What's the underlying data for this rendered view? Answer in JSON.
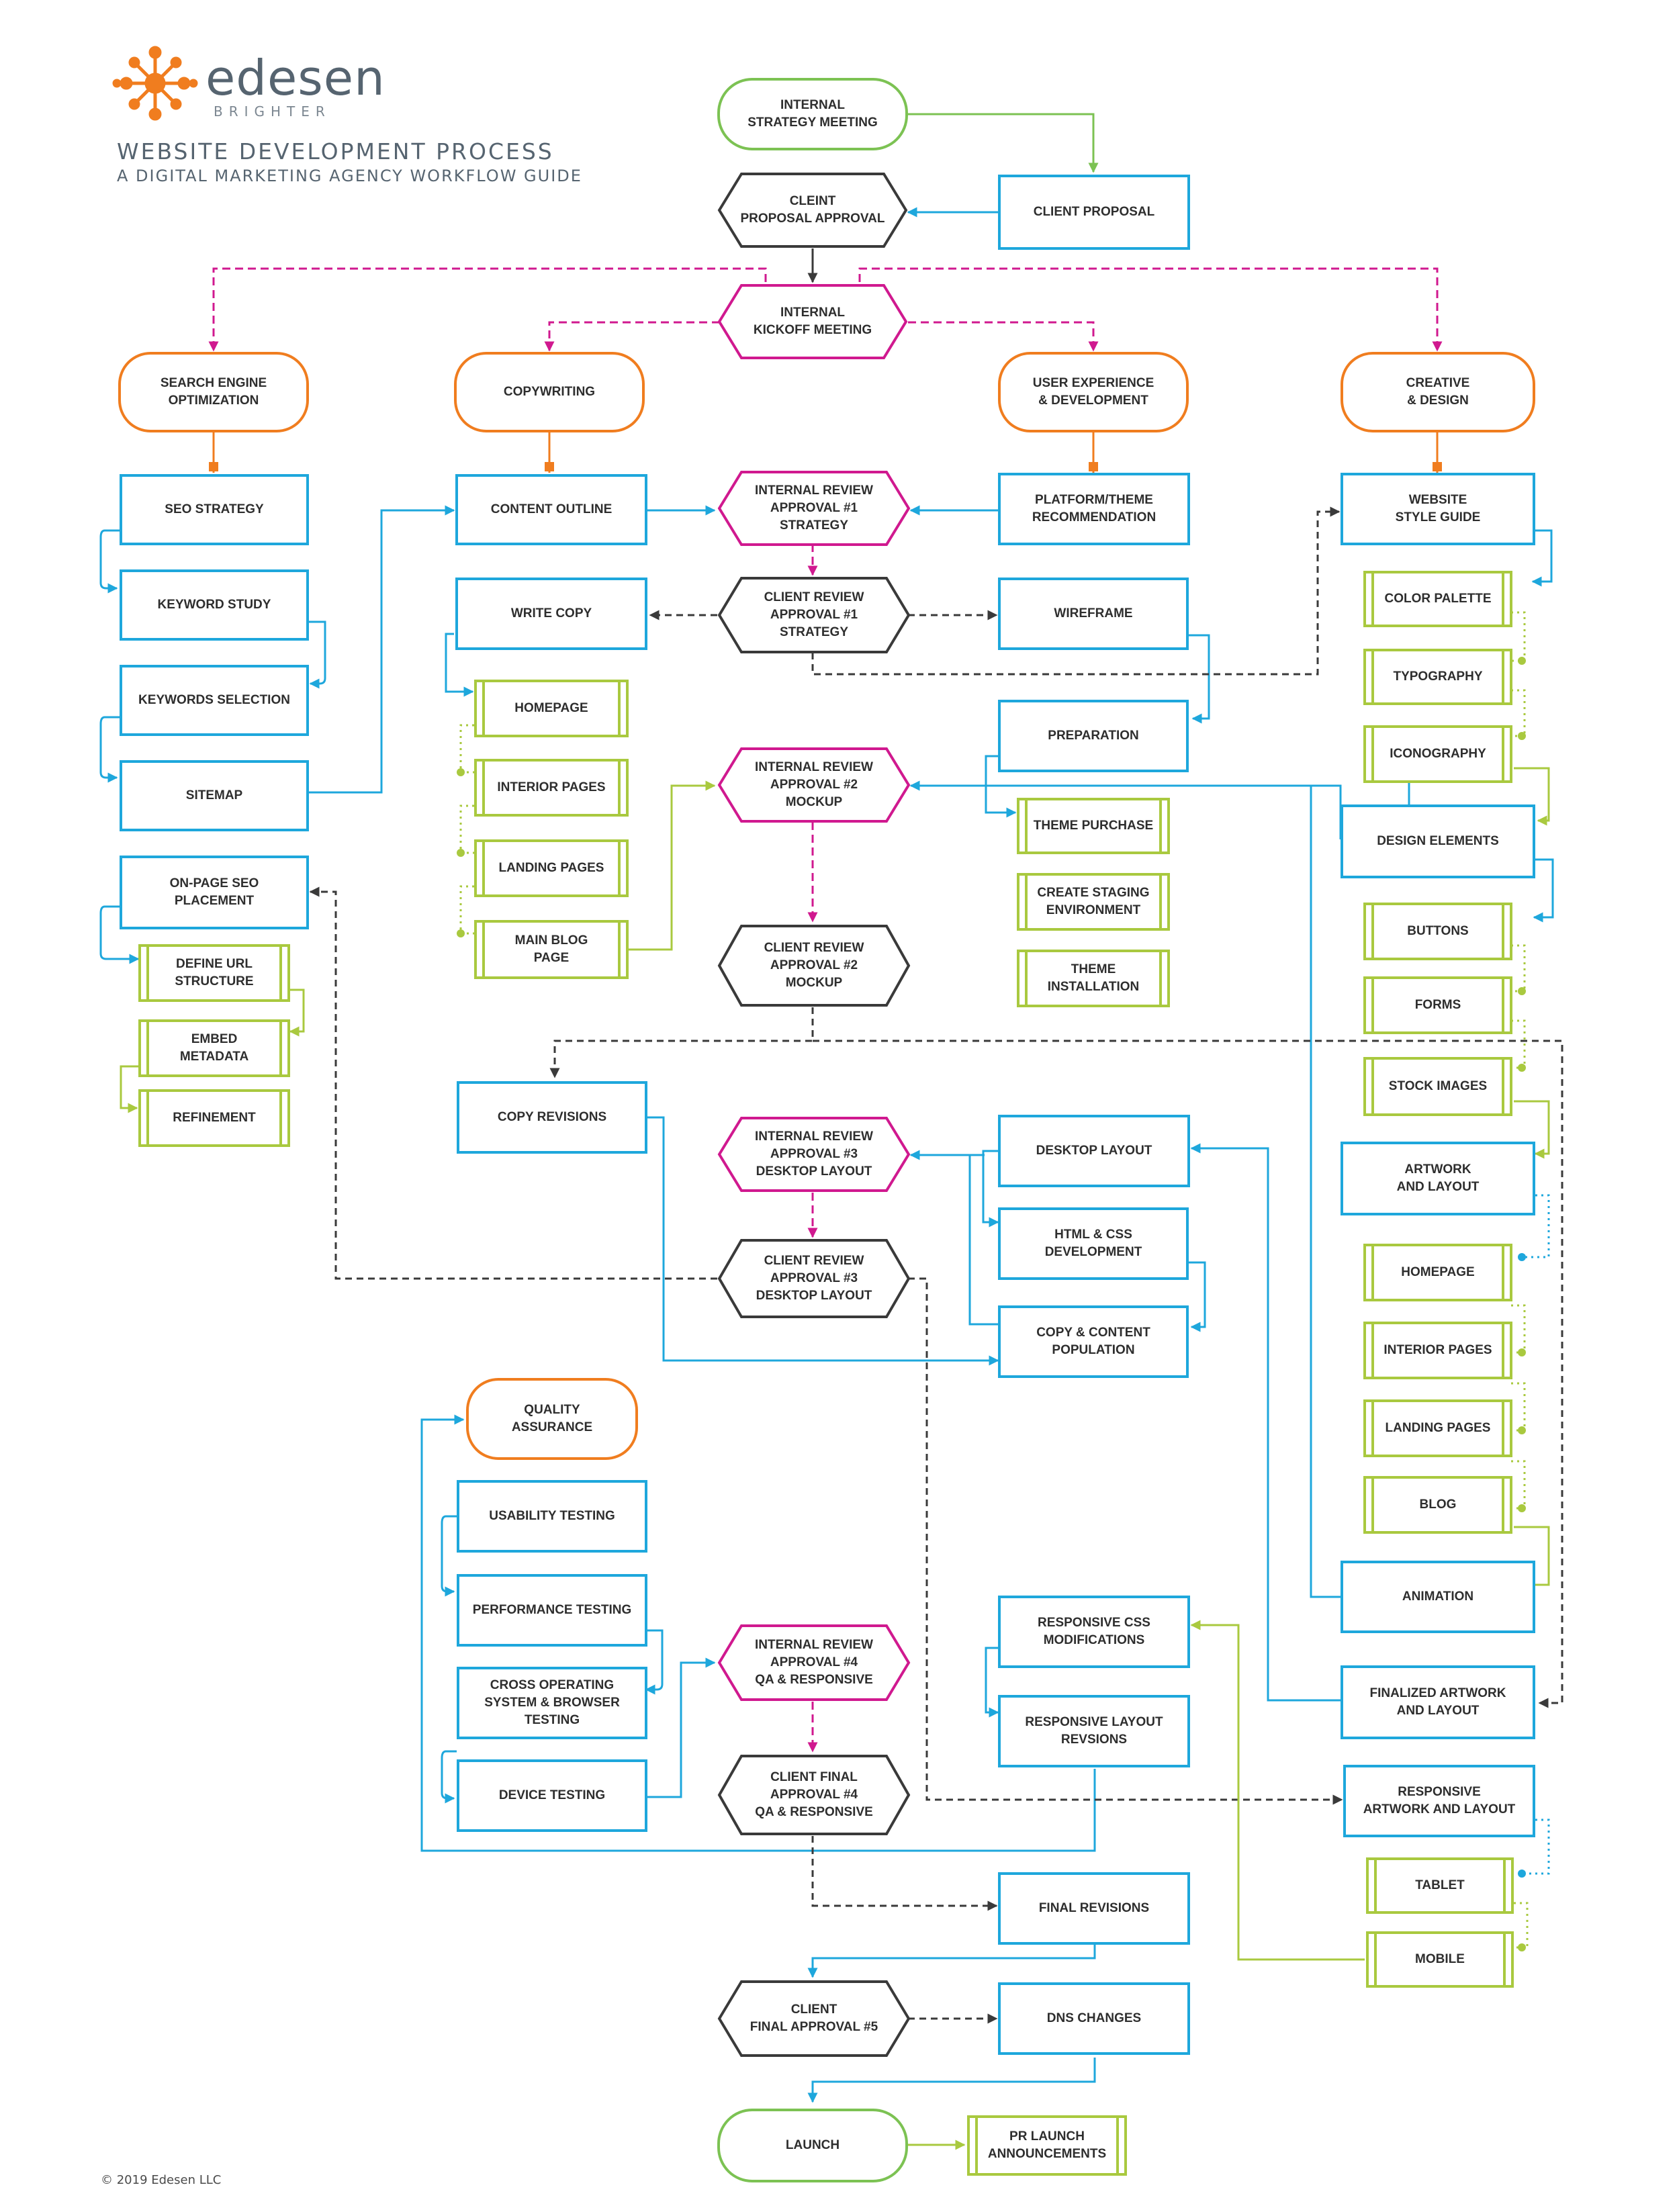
{
  "brand": {
    "logo_name": "edesen",
    "logo_tagline": "BRIGHTER",
    "logo_icon": "network-sun-icon",
    "title": "WEBSITE DEVELOPMENT PROCESS",
    "subtitle": "A DIGITAL MARKETING AGENCY WORKFLOW GUIDE",
    "copyright": "© 2019 Edesen LLC"
  },
  "colors": {
    "blue": "#1ea7dc",
    "green": "#a9c93f",
    "orange": "#f07d1f",
    "magenta": "#d0198f",
    "dark": "#3a3a3a",
    "pill_green": "#7cc253"
  },
  "nodes": {
    "internal_strategy_meeting": "INTERNAL\nSTRATEGY MEETING",
    "client_proposal": "CLIENT PROPOSAL",
    "client_proposal_approval": "CLEINT\nPROPOSAL APPROVAL",
    "internal_kickoff_meeting": "INTERNAL\nKICKOFF MEETING",
    "seo": "SEARCH ENGINE\nOPTIMIZATION",
    "copywriting": "COPYWRITING",
    "ux_dev": "USER EXPERIENCE\n& DEVELOPMENT",
    "creative_design": "CREATIVE\n& DESIGN",
    "seo_strategy": "SEO STRATEGY",
    "keyword_study": "KEYWORD STUDY",
    "keywords_selection": "KEYWORDS SELECTION",
    "sitemap": "SITEMAP",
    "on_page_seo": "ON-PAGE SEO\nPLACEMENT",
    "define_url": "DEFINE URL\nSTRUCTURE",
    "embed_metadata": "EMBED\nMETADATA",
    "refinement": "REFINEMENT",
    "content_outline": "CONTENT OUTLINE",
    "write_copy": "WRITE COPY",
    "cw_homepage": "HOMEPAGE",
    "cw_interior_pages": "INTERIOR PAGES",
    "cw_landing_pages": "LANDING PAGES",
    "cw_main_blog": "MAIN BLOG\nPAGE",
    "copy_revisions": "COPY REVISIONS",
    "quality_assurance": "QUALITY\nASSURANCE",
    "usability_testing": "USABILITY TESTING",
    "performance_testing": "PERFORMANCE TESTING",
    "cross_os_testing": "CROSS OPERATING\nSYSTEM & BROWSER\nTESTING",
    "device_testing": "DEVICE TESTING",
    "ir1": "INTERNAL REVIEW\nAPPROVAL #1\nSTRATEGY",
    "cr1": "CLIENT REVIEW\nAPPROVAL #1\nSTRATEGY",
    "ir2": "INTERNAL REVIEW\nAPPROVAL #2\nMOCKUP",
    "cr2": "CLIENT REVIEW\nAPPROVAL #2\nMOCKUP",
    "ir3": "INTERNAL REVIEW\nAPPROVAL #3\nDESKTOP LAYOUT",
    "cr3": "CLIENT REVIEW\nAPPROVAL #3\nDESKTOP LAYOUT",
    "ir4": "INTERNAL REVIEW\nAPPROVAL #4\nQA & RESPONSIVE",
    "cf4": "CLIENT FINAL\nAPPROVAL #4\nQA & RESPONSIVE",
    "cf5": "CLIENT\nFINAL APPROVAL #5",
    "launch": "LAUNCH",
    "pr_launch": "PR LAUNCH\nANNOUNCEMENTS",
    "platform_theme": "PLATFORM/THEME\nRECOMMENDATION",
    "wireframe": "WIREFRAME",
    "preparation": "PREPARATION",
    "theme_purchase": "THEME PURCHASE",
    "create_staging": "CREATE STAGING\nENVIRONMENT",
    "theme_installation": "THEME\nINSTALLATION",
    "desktop_layout": "DESKTOP LAYOUT",
    "html_css_dev": "HTML & CSS\nDEVELOPMENT",
    "copy_content_population": "COPY & CONTENT\nPOPULATION",
    "responsive_css": "RESPONSIVE CSS\nMODIFICATIONS",
    "responsive_layout_revisions": "RESPONSIVE LAYOUT\nREVSIONS",
    "final_revisions": "FINAL REVISIONS",
    "dns_changes": "DNS CHANGES",
    "website_style_guide": "WEBSITE\nSTYLE GUIDE",
    "color_palette": "COLOR PALETTE",
    "typography": "TYPOGRAPHY",
    "iconography": "ICONOGRAPHY",
    "design_elements": "DESIGN ELEMENTS",
    "buttons": "BUTTONS",
    "forms": "FORMS",
    "stock_images": "STOCK IMAGES",
    "artwork_layout": "ARTWORK\nAND LAYOUT",
    "cd_homepage": "HOMEPAGE",
    "cd_interior_pages": "INTERIOR PAGES",
    "cd_landing_pages": "LANDING PAGES",
    "cd_blog": "BLOG",
    "animation": "ANIMATION",
    "finalized_artwork": "FINALIZED ARTWORK\nAND LAYOUT",
    "responsive_artwork": "RESPONSIVE\nARTWORK AND LAYOUT",
    "tablet": "TABLET",
    "mobile": "MOBILE"
  }
}
